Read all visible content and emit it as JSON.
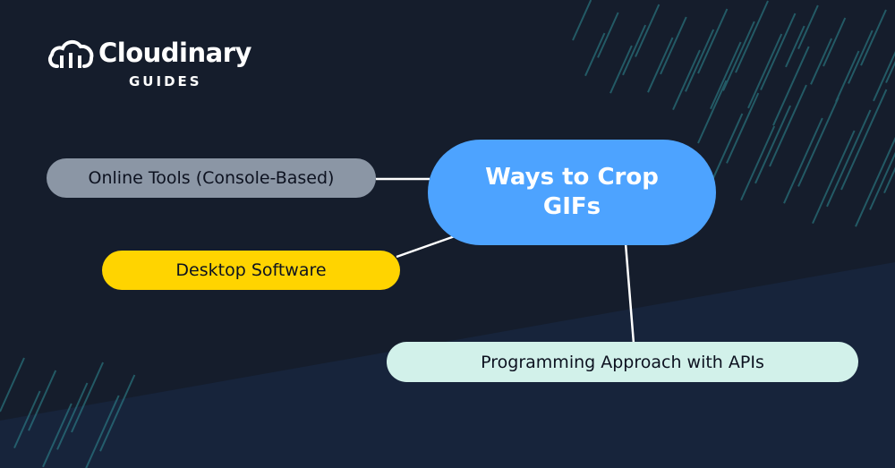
{
  "brand": {
    "name": "Cloudinary",
    "subtitle": "GUIDES",
    "logo_icon": "cloud-logo-icon"
  },
  "diagram": {
    "center": {
      "label": "Ways to Crop GIFs",
      "color": "#4da3ff"
    },
    "branches": [
      {
        "id": "online",
        "label": "Online Tools (Console-Based)",
        "color": "#8b96a5"
      },
      {
        "id": "desktop",
        "label": "Desktop Software",
        "color": "#ffd400"
      },
      {
        "id": "program",
        "label": "Programming Approach with APIs",
        "color": "#d2f1ea"
      }
    ],
    "connector_color": "#ffffff"
  },
  "background": {
    "base_color": "#151d2c",
    "lower_band_color": "#17243b",
    "stripe_color": "#2f8c94"
  }
}
